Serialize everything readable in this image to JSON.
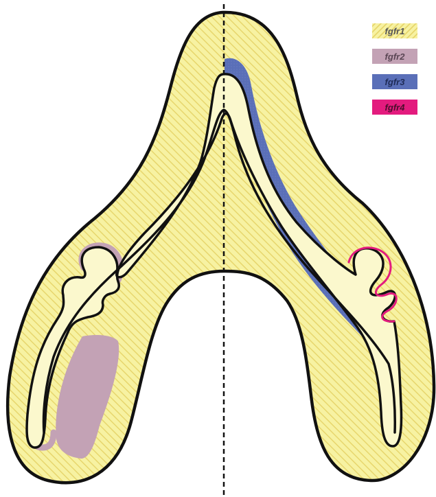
{
  "colors": {
    "fgfr1": "#f7f2a2",
    "fgfr1_hatch": "#e7d66d",
    "fgfr2": "#c3a2b5",
    "fgfr3": "#5a6fb8",
    "fgfr4": "#e31b7e",
    "outline": "#111111",
    "lumen": "#fbf8cd"
  },
  "legend": {
    "items": [
      {
        "key": "fgfr1",
        "label": "fgfr1",
        "color": "#f7f2a2",
        "text_color": "#555555",
        "icon": "hatched-swatch"
      },
      {
        "key": "fgfr2",
        "label": "fgfr2",
        "color": "#c3a2b5",
        "text_color": "#5a4654",
        "icon": "solid-swatch"
      },
      {
        "key": "fgfr3",
        "label": "fgfr3",
        "color": "#5a6fb8",
        "text_color": "#1f2b57",
        "icon": "solid-swatch"
      },
      {
        "key": "fgfr4",
        "label": "fgfr4",
        "color": "#e31b7e",
        "text_color": "#4a0e2b",
        "icon": "solid-swatch"
      }
    ]
  },
  "diagram": {
    "midline": "dashed",
    "left_side_markers": [
      "fgfr1",
      "fgfr2"
    ],
    "right_side_markers": [
      "fgfr1",
      "fgfr3",
      "fgfr4"
    ]
  }
}
